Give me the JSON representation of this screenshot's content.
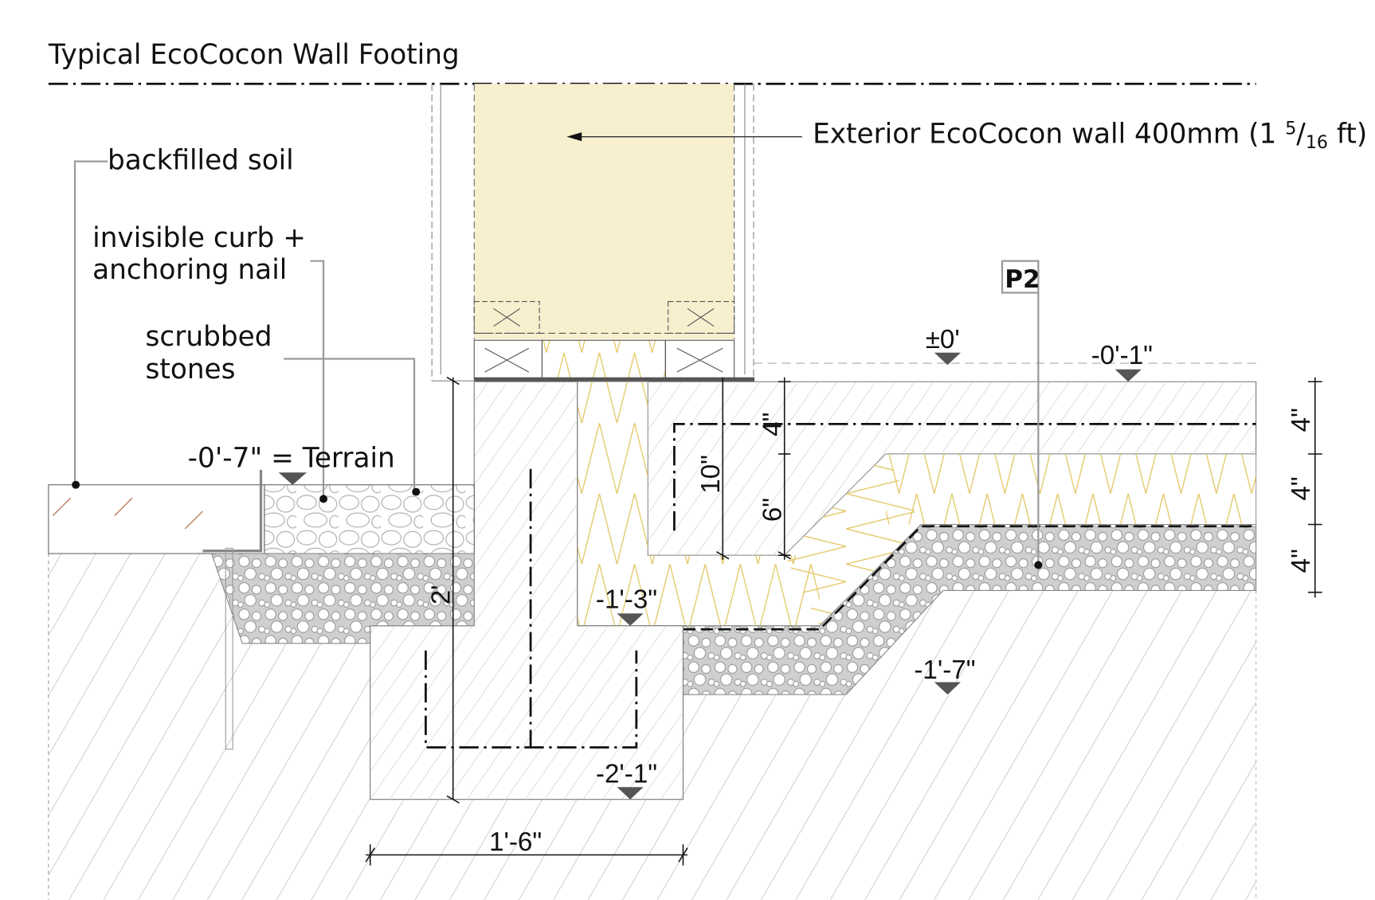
{
  "title": "Typical EcoCocon Wall Footing",
  "labels": {
    "wall": "Exterior EcoCocon wall 400mm (1",
    "wall_num": "5",
    "wall_den": "16",
    "wall_unit": "ft)",
    "backfilled_soil": "backfilled soil",
    "curb_line1": "invisible curb +",
    "curb_line2": "anchoring nail",
    "stones_line1": "scrubbed",
    "stones_line2": "stones",
    "terrain": "-0'-7\" = Terrain",
    "p2": "P2"
  },
  "levels": {
    "zero": "±0'",
    "minus_0_1": "-0'-1\"",
    "minus_1_3": "-1'-3\"",
    "minus_2_1": "-2'-1\"",
    "minus_1_7": "-1'-7\""
  },
  "dimensions": {
    "footing_width": "1'-6\"",
    "slab_edge_top": "4\"",
    "slab_edge_total": "10\"",
    "slab_edge_bottom": "6\"",
    "footing_depth": "2'",
    "slab_layer_1": "4\"",
    "slab_layer_2": "4\"",
    "slab_layer_3": "4\""
  },
  "colors": {
    "wall_fill": "#f8efcf",
    "insulation_line": "#e3c766",
    "hatch": "#b0b0b0",
    "marker": "#555555"
  }
}
